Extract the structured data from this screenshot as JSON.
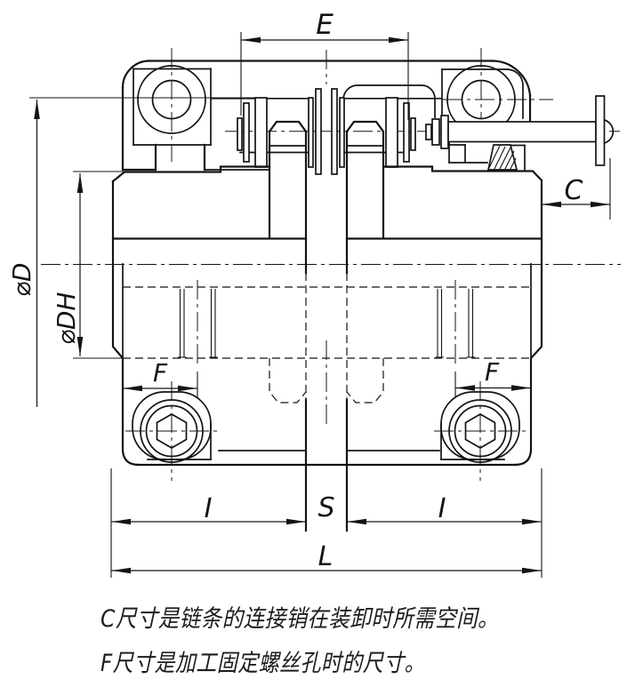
{
  "drawing": {
    "background": "#ffffff",
    "line_color": "#141414",
    "type_label": "chain-coupling-sectional-drawing",
    "dimensions": {
      "e": "E",
      "c": "C",
      "phi_d": "⌀D",
      "phi_dh": "⌀DH",
      "f_left": "F",
      "f_right": "F",
      "i_left": "I",
      "i_right": "I",
      "s": "S",
      "l": "L"
    },
    "notes": [
      "C尺寸是链条的连接销在装卸时所需空间。",
      "F尺寸是加工固定螺丝孔时的尺寸。"
    ]
  }
}
